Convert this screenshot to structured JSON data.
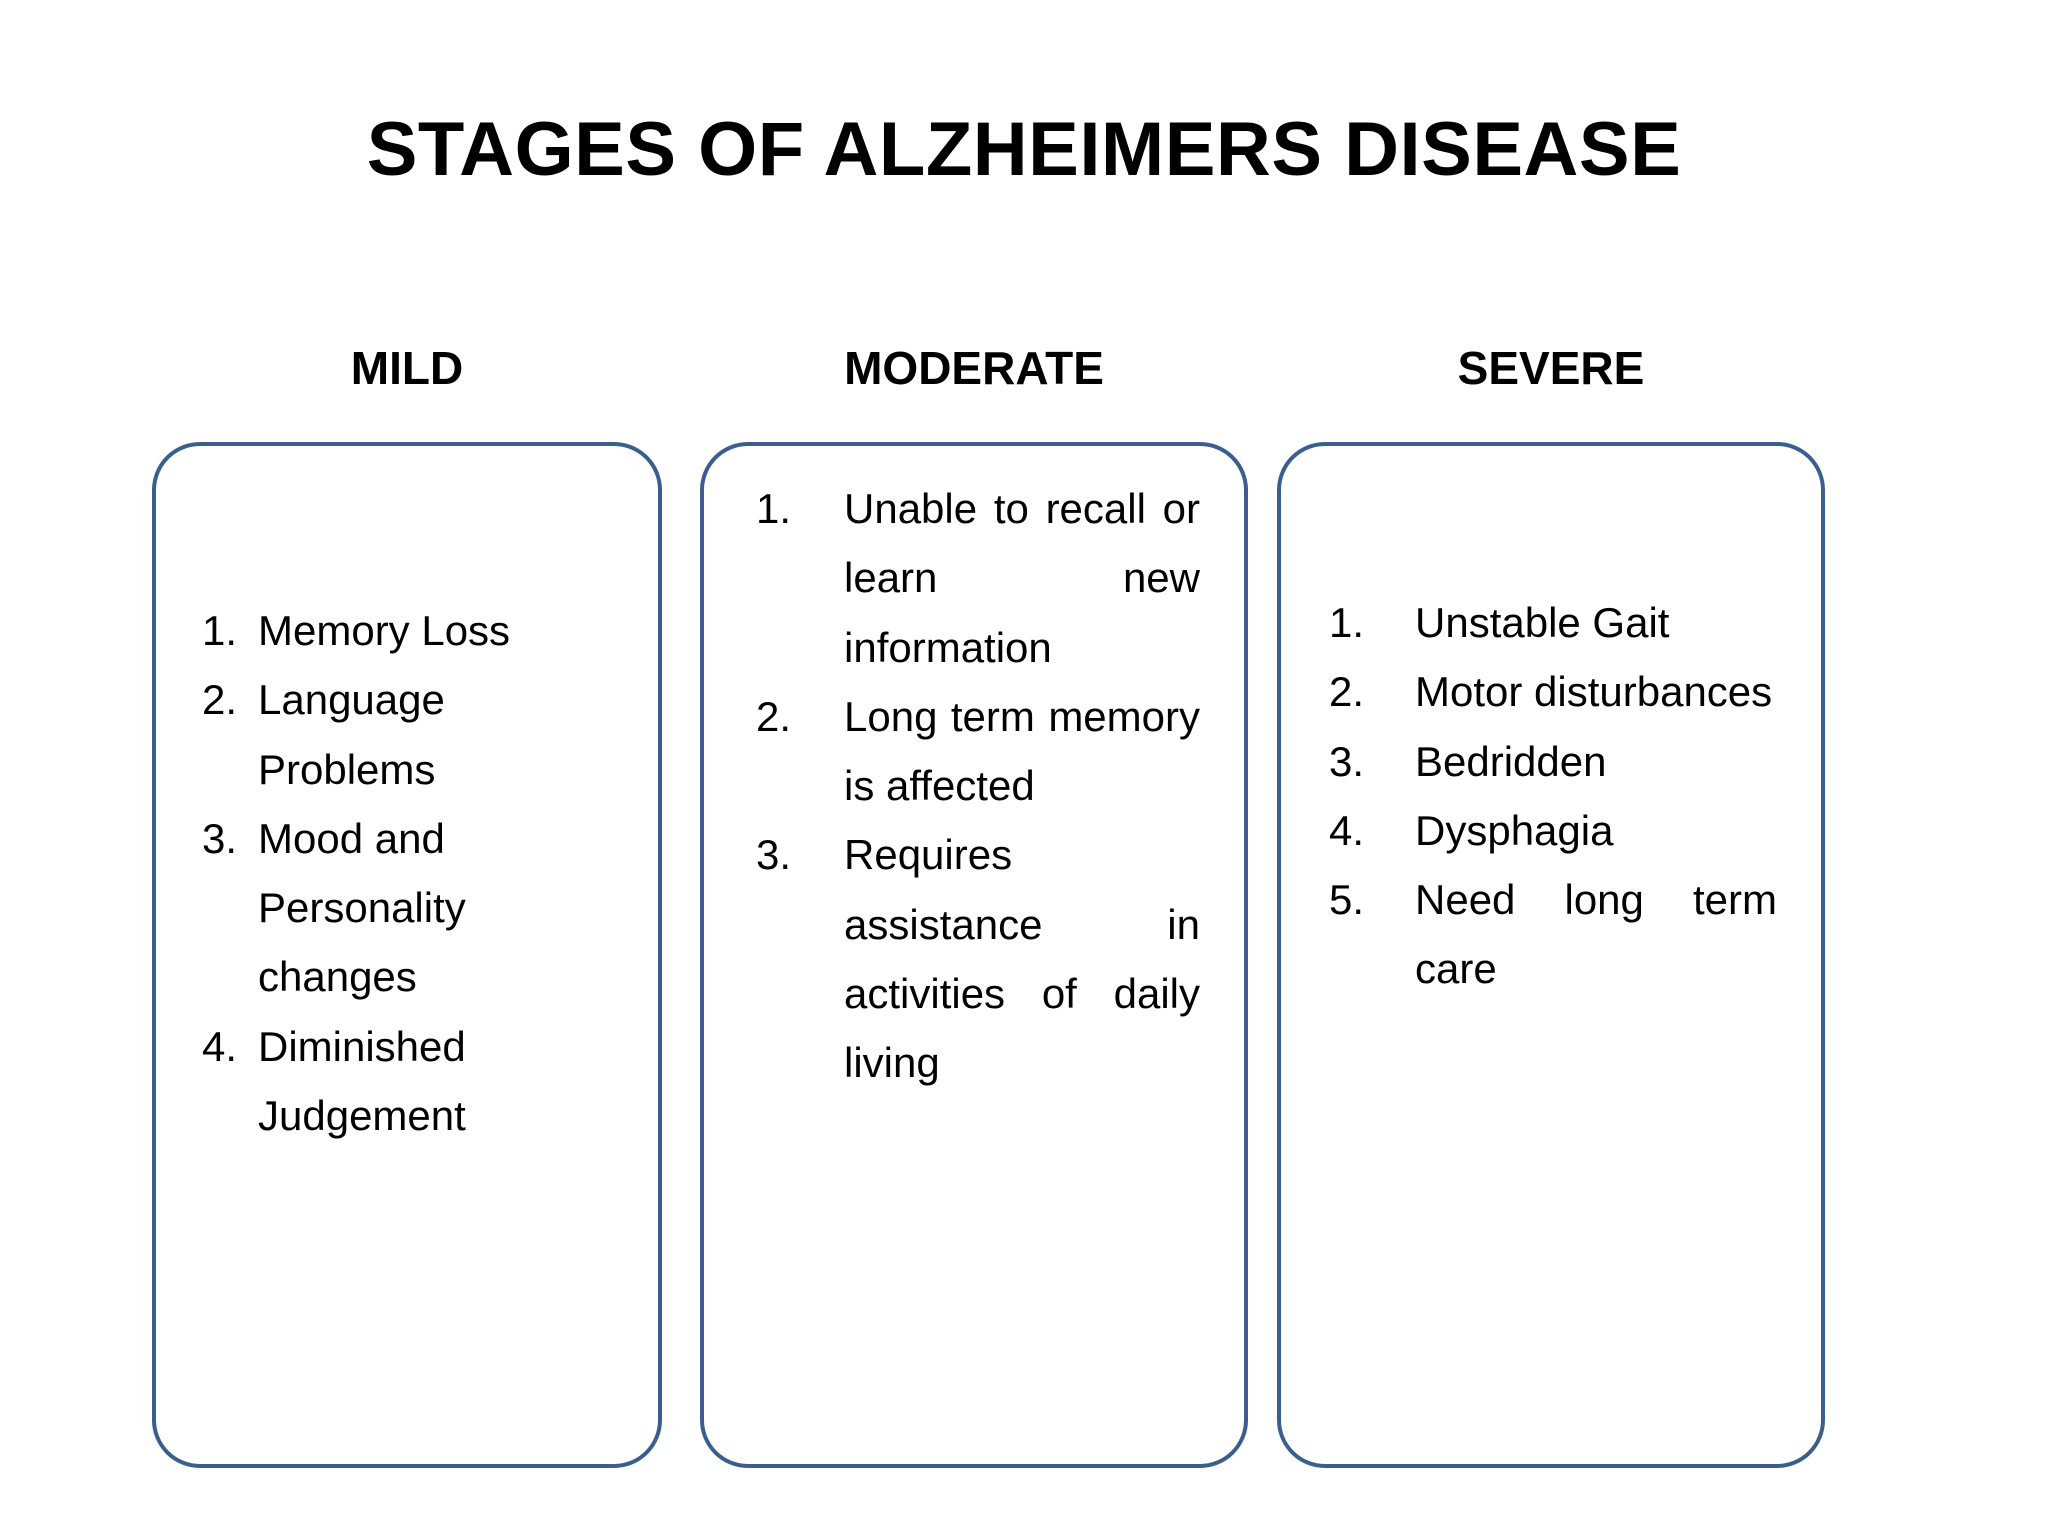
{
  "slide": {
    "title": "STAGES OF ALZHEIMERS DISEASE",
    "background_color": "#FFFFFF",
    "text_color": "#000000",
    "box_border_color": "#3A5F8F"
  },
  "columns": [
    {
      "header": "MILD",
      "items": [
        {
          "number": "1.",
          "text": "Memory Loss"
        },
        {
          "number": "2.",
          "text": "Language Problems"
        },
        {
          "number": "3.",
          "text": "Mood and Personality changes"
        },
        {
          "number": "4.",
          "text": "Diminished Judgement"
        }
      ]
    },
    {
      "header": "MODERATE",
      "items": [
        {
          "number": "1.",
          "text": "Unable to recall or learn new information"
        },
        {
          "number": "2.",
          "text": "Long term memory is affected"
        },
        {
          "number": "3.",
          "text": "Requires assistance in activities of daily living"
        }
      ]
    },
    {
      "header": "SEVERE",
      "items": [
        {
          "number": "1.",
          "text": "Unstable Gait"
        },
        {
          "number": "2.",
          "text": "Motor disturbances"
        },
        {
          "number": "3.",
          "text": "Bedridden"
        },
        {
          "number": "4.",
          "text": "Dysphagia"
        },
        {
          "number": "5.",
          "text": "Need long term care"
        }
      ]
    }
  ]
}
